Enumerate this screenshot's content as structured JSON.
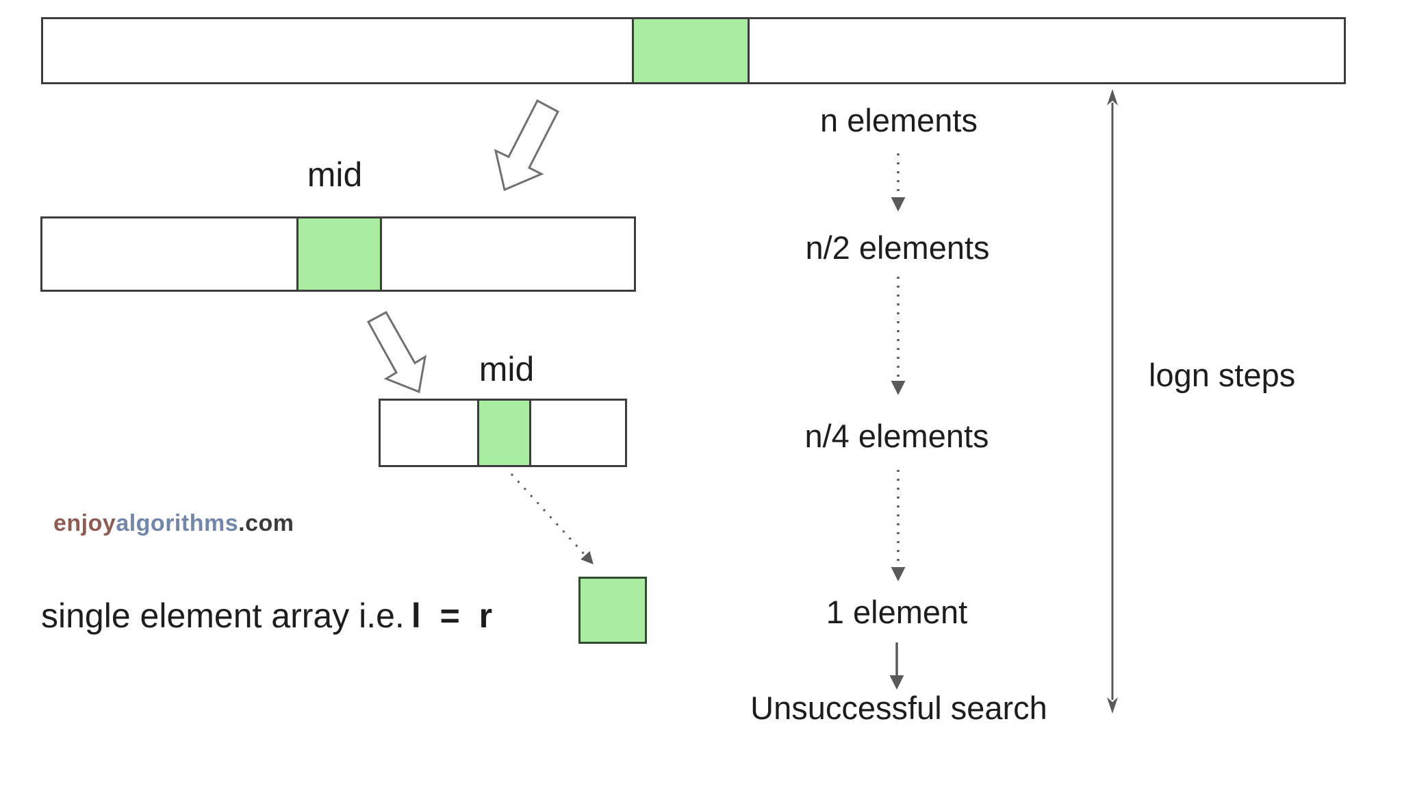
{
  "colors": {
    "background": "#ffffff",
    "array_border": "#3d3d3d",
    "green_fill": "#a9eca2",
    "square_border": "#2e4b2e",
    "arrow_gray": "#5a5a5a",
    "outline_arrow_stroke": "#707070",
    "text": "#1d1d1d",
    "watermark_enjoy": "#8e5c52",
    "watermark_algorithms": "#7186a8",
    "watermark_com": "#3b3b3b"
  },
  "annotations": {
    "mid_label_1": "mid",
    "mid_label_2": "mid",
    "single_element_text": "single element array i.e.",
    "single_element_bold": "l = r",
    "logn_label": "logn steps"
  },
  "reduction_steps": {
    "step1": "n elements",
    "step2": "n/2 elements",
    "step3": "n/4 elements",
    "step4": "1 element",
    "result": "Unsuccessful search"
  },
  "watermark": {
    "part1": "enjoy",
    "part2": "algorithms",
    "part3": ".com"
  }
}
